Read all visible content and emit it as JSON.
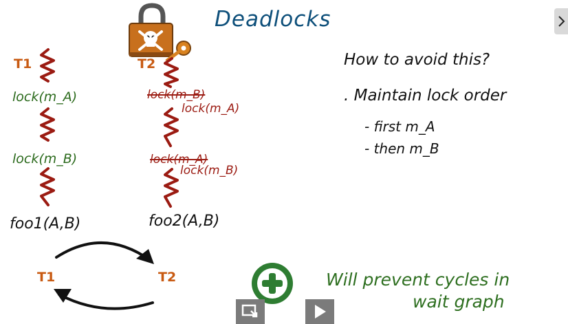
{
  "title": "Deadlocks",
  "threads": {
    "t1": "T1",
    "t2": "T2"
  },
  "t1_locks": {
    "first": "lock(m_A)",
    "second": "lock(m_B)"
  },
  "t2_original": {
    "first": "lock(m_B)",
    "second": "lock(m_A)"
  },
  "t2_corrected": {
    "first": "lock(m_A)",
    "second": "lock(m_B)"
  },
  "functions": {
    "t1": "foo1(A,B)",
    "t2": "foo2(A,B)"
  },
  "graph": {
    "left": "T1",
    "right": "T2"
  },
  "notes": {
    "question": "How to avoid this?",
    "point": ". Maintain lock order",
    "sub1": "- first  m_A",
    "sub2": "- then  m_B"
  },
  "conclusion": {
    "line1": "Will prevent cycles in",
    "line2": "wait graph"
  },
  "colors": {
    "title": "#0d4f7a",
    "thread_label": "#c85a12",
    "squiggle": "#9b1b12",
    "lock_text": "#2b6a1c",
    "correction": "#9b1b12",
    "conclusion": "#2e6f20",
    "lock_icon_body": "#c8701d"
  },
  "icons": [
    "padlock-skull-icon",
    "key-icon",
    "plus-icon",
    "play-icon",
    "exit-fullscreen-icon",
    "chevron-right-icon"
  ]
}
